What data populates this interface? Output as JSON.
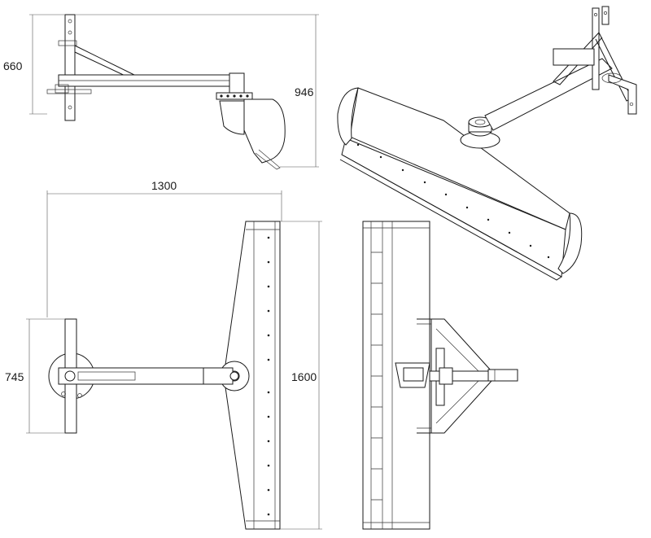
{
  "dimensions": {
    "side_height": "660",
    "side_total_height": "946",
    "top_width": "1300",
    "top_hitch_width": "745",
    "top_blade_length": "1600"
  },
  "colors": {
    "line": "#1a1a1a",
    "background": "#ffffff",
    "dimension": "#555555"
  }
}
